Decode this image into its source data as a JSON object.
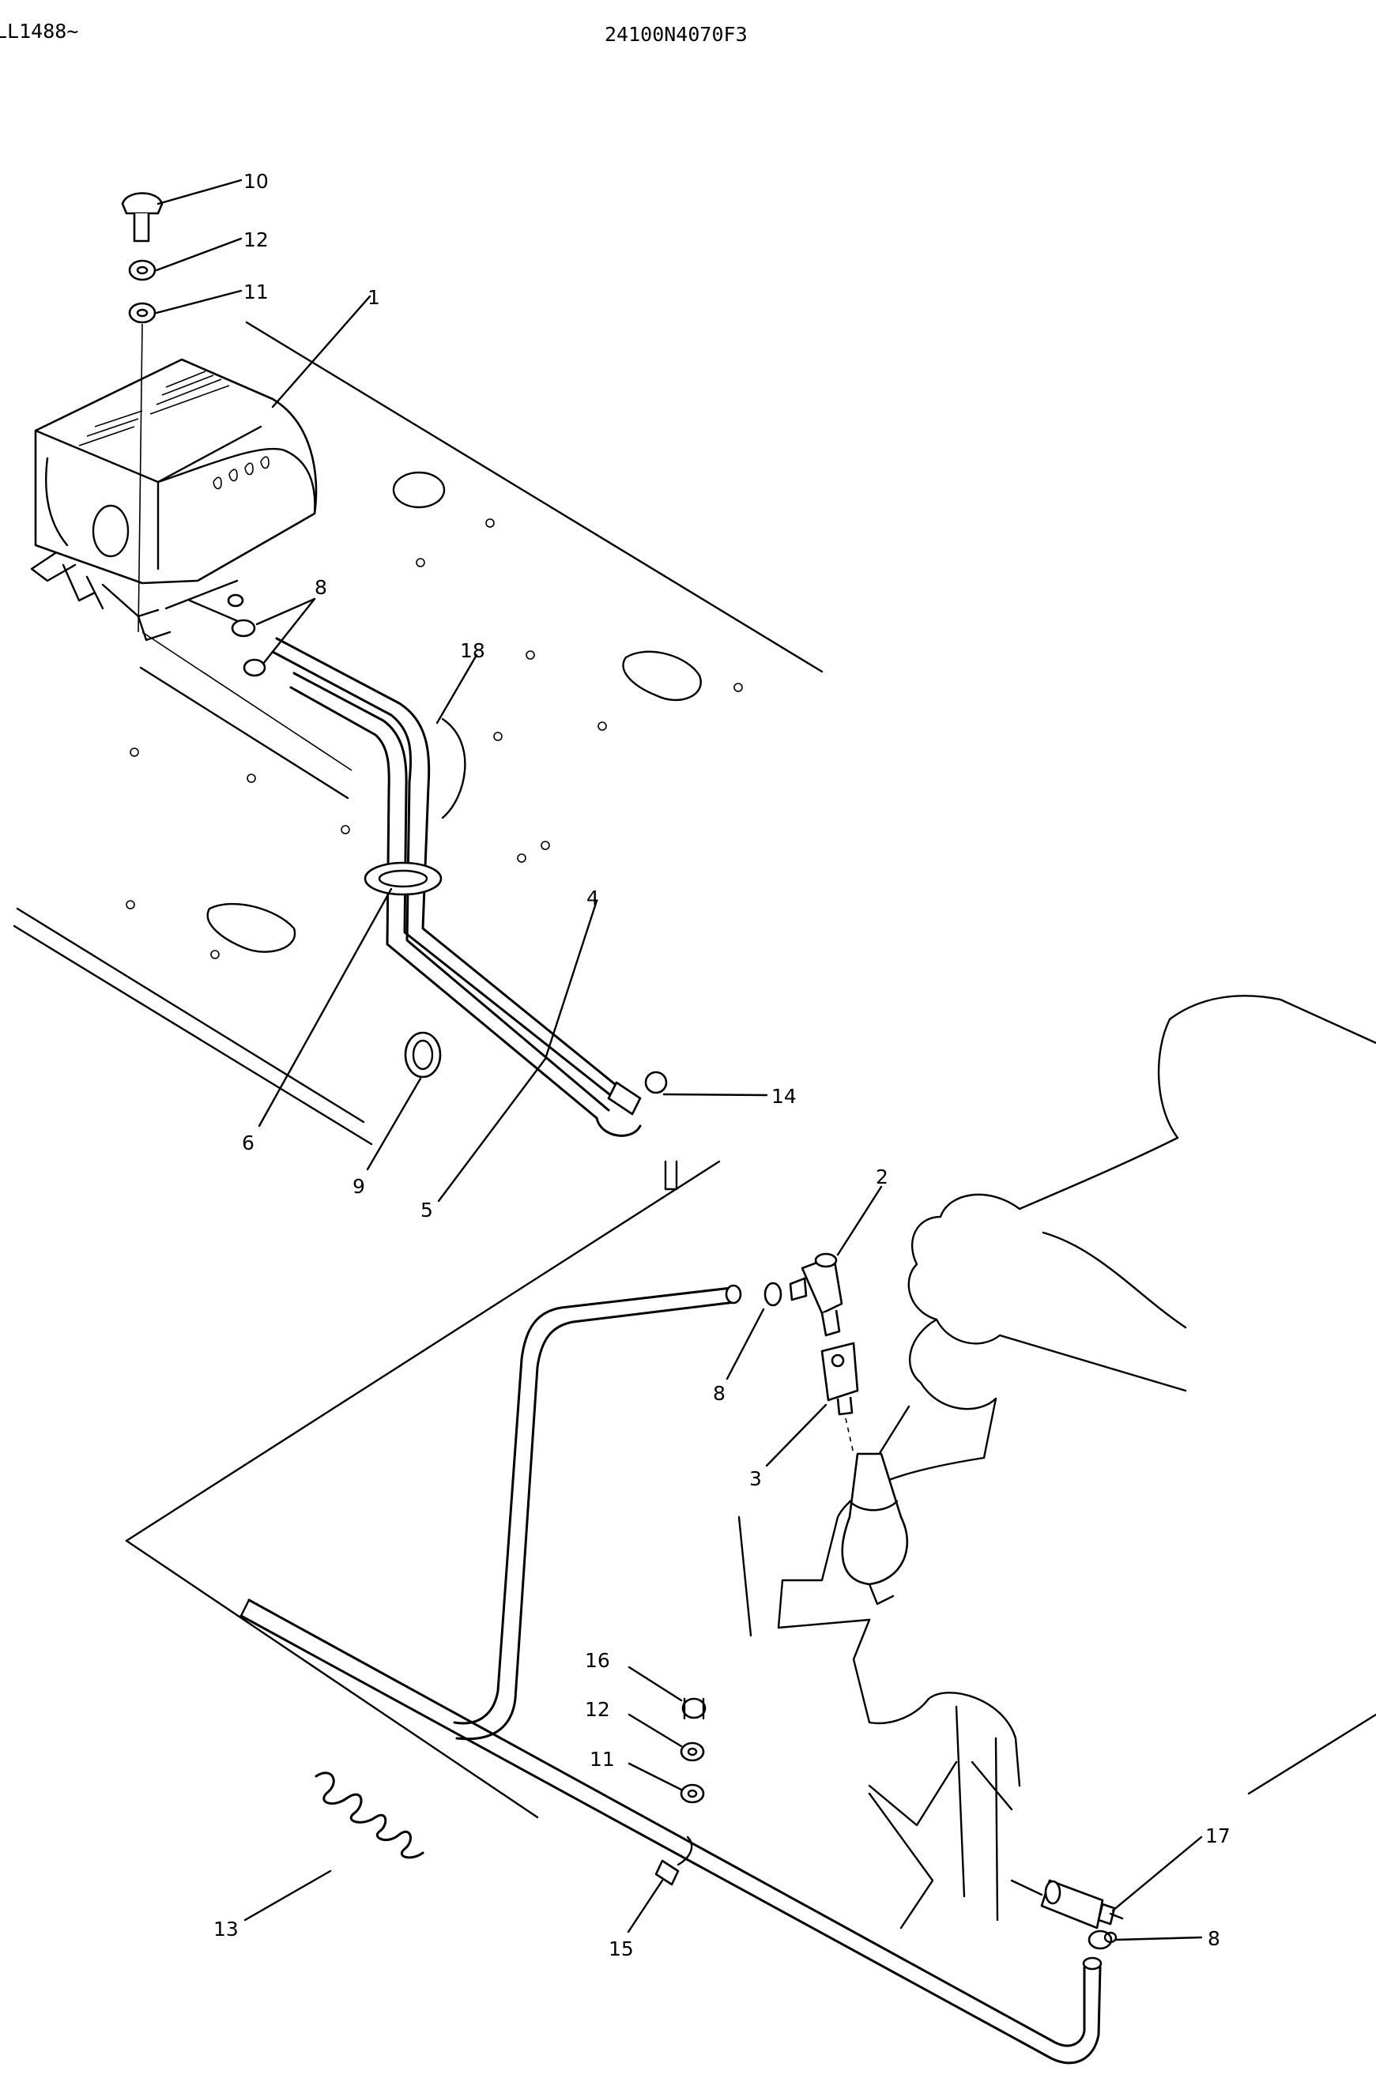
{
  "header": {
    "serial": "LL1488~",
    "drawing_no": "24100N4070F3"
  },
  "callouts": {
    "c1": "1",
    "c2": "2",
    "c3": "3",
    "c4": "4",
    "c5": "5",
    "c6": "6",
    "c8a": "8",
    "c8b": "8",
    "c8c": "8",
    "c9": "9",
    "c10": "10",
    "c11a": "11",
    "c11b": "11",
    "c12a": "12",
    "c12b": "12",
    "c13": "13",
    "c14": "14",
    "c15": "15",
    "c16": "16",
    "c17": "17",
    "c18": "18"
  }
}
